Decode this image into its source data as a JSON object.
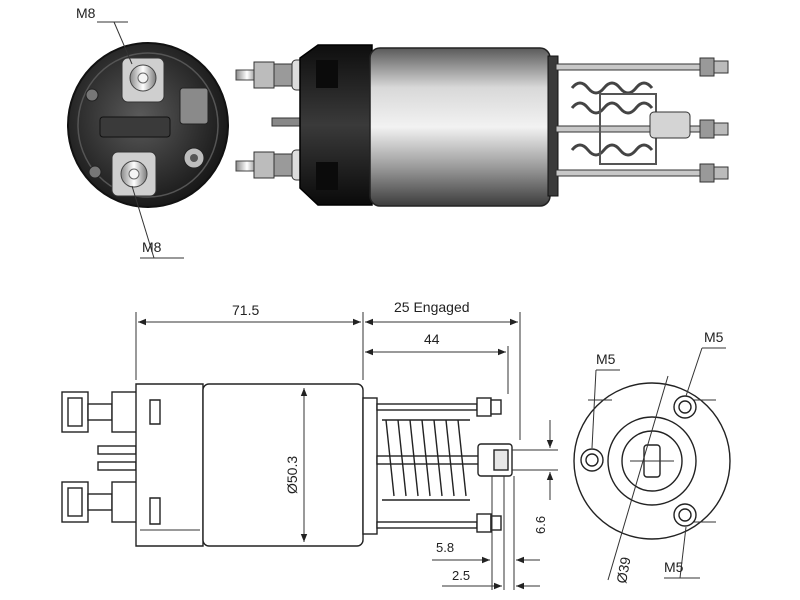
{
  "photo": {
    "callout_top": "M8",
    "callout_bottom": "M8"
  },
  "drawing": {
    "dim_overall": "71.5",
    "dim_engaged": "25 Engaged",
    "dim_stroke": "44",
    "dim_diameter": "Ø50.3",
    "dim_offset": "6.6",
    "dim_small_a": "5.8",
    "dim_small_b": "2.5"
  },
  "end_view": {
    "label_left": "M5",
    "label_top_right": "M5",
    "label_bottom_right": "M5",
    "label_diameter": "Ø39"
  },
  "colors": {
    "body_dark": "#1e1e1e",
    "body_metal": "#9a9a9a",
    "line": "#222222"
  }
}
